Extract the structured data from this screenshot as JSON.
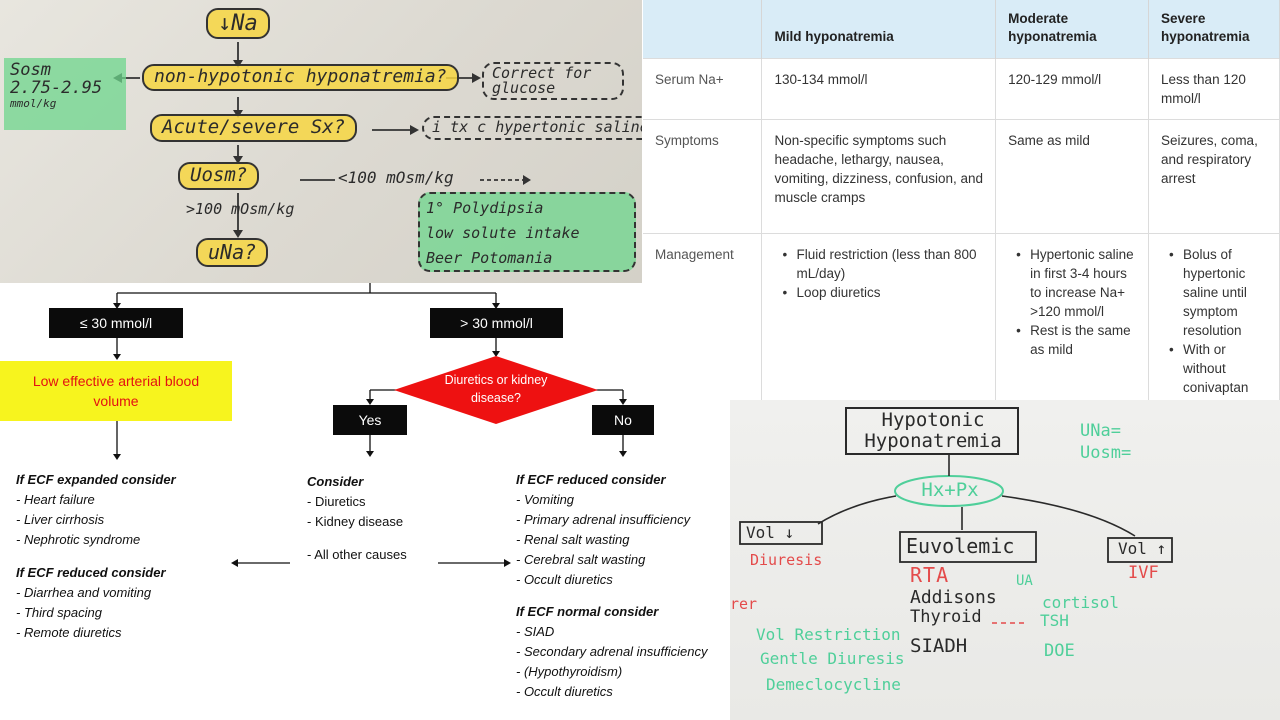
{
  "handwritten": {
    "top_node": "↓Na",
    "q1": "non-hypotonic hyponatremia?",
    "sosm_label": "Sosm",
    "sosm_range": "2.75-2.95",
    "sosm_unit": "mmol/kg",
    "glucose_note": "Correct for glucose",
    "q2": "Acute/severe Sx?",
    "hypertonic_note": "i tx c hypertonic saline",
    "q3": "Uosm?",
    "low_uosm": "<100 mOsm/kg",
    "high_uosm": ">100 mOsm/kg",
    "causes": [
      "1° Polydipsia",
      "low solute intake",
      "Beer Potomania"
    ],
    "q4": "uNa?"
  },
  "flowchart": {
    "left_branch": "≤ 30 mmol/l",
    "right_branch": "> 30 mmol/l",
    "low_volume": "Low effective arterial blood volume",
    "diamond": "Diuretics or kidney disease?",
    "yes": "Yes",
    "no": "No",
    "ecf_expanded_head": "If ECF expanded consider",
    "ecf_expanded_items": [
      "- Heart failure",
      "- Liver cirrhosis",
      "- Nephrotic syndrome"
    ],
    "ecf_reduced_head": "If ECF reduced consider",
    "ecf_reduced_items": [
      "- Diarrhea and vomiting",
      "- Third spacing",
      "- Remote diuretics"
    ],
    "consider_head": "Consider",
    "consider_items": [
      "- Diuretics",
      "- Kidney disease"
    ],
    "all_other": "- All other causes",
    "r_reduced_head": "If ECF reduced consider",
    "r_reduced_items": [
      "- Vomiting",
      "- Primary adrenal insufficiency",
      "- Renal salt wasting",
      "- Cerebral salt wasting",
      "- Occult diuretics"
    ],
    "r_normal_head": "If ECF normal consider",
    "r_normal_items": [
      "- SIAD",
      "- Secondary adrenal insufficiency",
      "- (Hypothyroidism)",
      "- Occult diuretics"
    ]
  },
  "table": {
    "headers": [
      "",
      "Mild hyponatremia",
      "Moderate hyponatremia",
      "Severe hyponatremia"
    ],
    "serum_label": "Serum Na+",
    "serum": [
      "130-134 mmol/l",
      "120-129 mmol/l",
      "Less than 120 mmol/l"
    ],
    "symptoms_label": "Symptoms",
    "symptoms": [
      "Non-specific symptoms such headache, lethargy, nausea, vomiting, dizziness, confusion, and muscle cramps",
      "Same as mild",
      "Seizures, coma, and respiratory arrest"
    ],
    "management_label": "Management",
    "mgmt_mild": [
      "Fluid restriction (less than 800 mL/day)",
      "Loop diuretics"
    ],
    "mgmt_moderate": [
      "Hypertonic saline in first 3-4 hours to increase Na+ >120 mmol/l",
      "Rest is the same as mild"
    ],
    "mgmt_severe": [
      "Bolus of hypertonic saline until symptom resolution",
      "With or without conivaptan"
    ]
  },
  "whiteboard": {
    "title_line1": "Hypotonic",
    "title_line2": "Hyponatremia",
    "una": "UNa=",
    "uosm": "Uosm=",
    "hxpx": "Hx+Px",
    "vol_down": "Vol ↓",
    "diuresis": "Diuresis",
    "euvolemic": "Euvolemic",
    "vol_up": "Vol ↑",
    "ivf": "IVF",
    "rta": "RTA",
    "addisons": "Addisons",
    "thyroid": "Thyroid",
    "siadh": "SIADH",
    "cortisol": "cortisol",
    "tsh": "TSH",
    "doe": "DOE",
    "ua": "UA",
    "vol_restriction": "Vol Restriction",
    "gentle_diuresis": "Gentle Diuresis",
    "demeclocycline": "Demeclocycline",
    "edge_mark": "rer"
  }
}
